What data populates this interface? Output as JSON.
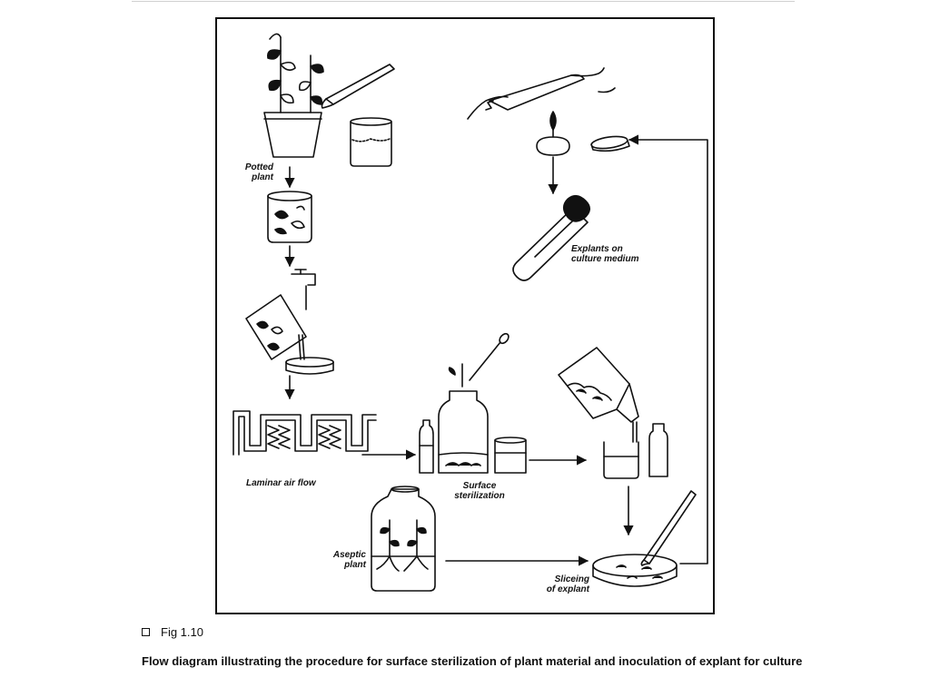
{
  "labels": {
    "potted_plant": "Potted\nplant",
    "laminar_air_flow": "Laminar air flow",
    "surface_sterilization": "Surface\nsterilization",
    "aseptic_plant": "Aseptic\nplant",
    "slicing_explant": "Sliceing\nof explant",
    "explants_culture": "Explants on\nculture medium"
  },
  "caption": {
    "figure_number": "Fig 1.10",
    "text": "Flow diagram illustrating the procedure for surface sterilization of plant material and inoculation of explant for culture"
  },
  "colors": {
    "ink": "#111111",
    "background": "#ffffff",
    "frame": "#111111"
  }
}
